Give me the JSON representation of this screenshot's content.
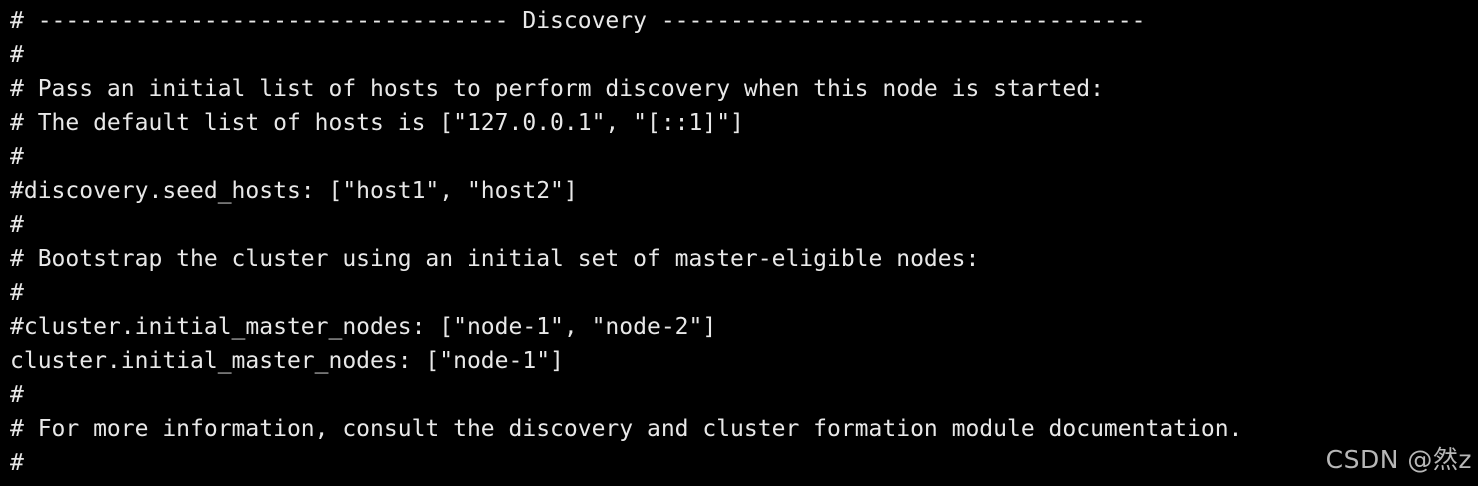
{
  "terminal": {
    "lines": [
      "# ---------------------------------- Discovery -----------------------------------",
      "#",
      "# Pass an initial list of hosts to perform discovery when this node is started:",
      "# The default list of hosts is [\"127.0.0.1\", \"[::1]\"]",
      "#",
      "#discovery.seed_hosts: [\"host1\", \"host2\"]",
      "#",
      "# Bootstrap the cluster using an initial set of master-eligible nodes:",
      "#",
      "#cluster.initial_master_nodes: [\"node-1\", \"node-2\"]",
      "cluster.initial_master_nodes: [\"node-1\"]",
      "#",
      "# For more information, consult the discovery and cluster formation module documentation.",
      "#"
    ]
  },
  "watermark": {
    "text": "CSDN @然z"
  },
  "colors": {
    "background": "#000000",
    "text": "#e8e8e8",
    "watermark": "#d8d8d8"
  }
}
